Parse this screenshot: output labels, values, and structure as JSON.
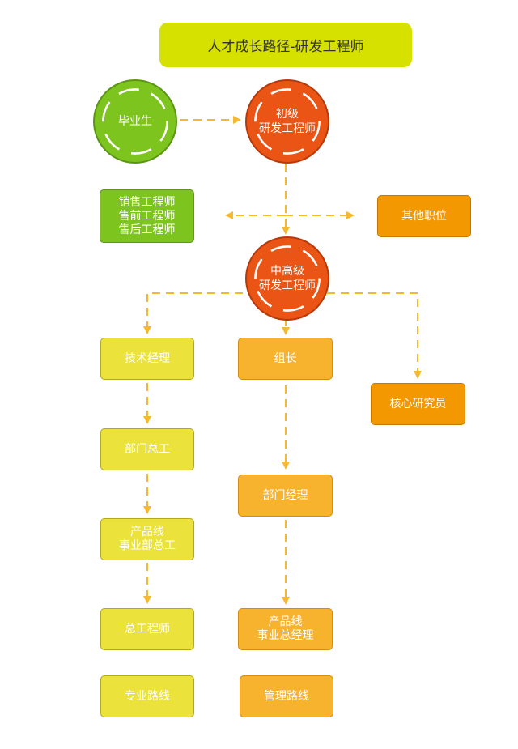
{
  "title": "人才成长路径-研发工程师",
  "nodes": {
    "graduate": "毕业生",
    "junior_engineer": "初级\n研发工程师",
    "sales_engineers": "销售工程师\n售前工程师\n售后工程师",
    "other_positions": "其他职位",
    "senior_engineer": "中高级\n研发工程师",
    "tech_manager": "技术经理",
    "team_leader": "组长",
    "core_researcher": "核心研究员",
    "dept_chief_engineer": "部门总工",
    "dept_manager": "部门经理",
    "product_line_chief_engineer": "产品线\n事业部总工",
    "chief_engineer": "总工程师",
    "product_line_general_manager": "产品线\n事业总经理",
    "professional_track": "专业路线",
    "management_track": "管理路线"
  },
  "colors": {
    "title_bg": "#d7e100",
    "green": "#7ec41f",
    "red_orange": "#ea5414",
    "yellow": "#ebe23b",
    "amber": "#f7b22e",
    "orange": "#f39800",
    "connector": "#f5b82e"
  }
}
